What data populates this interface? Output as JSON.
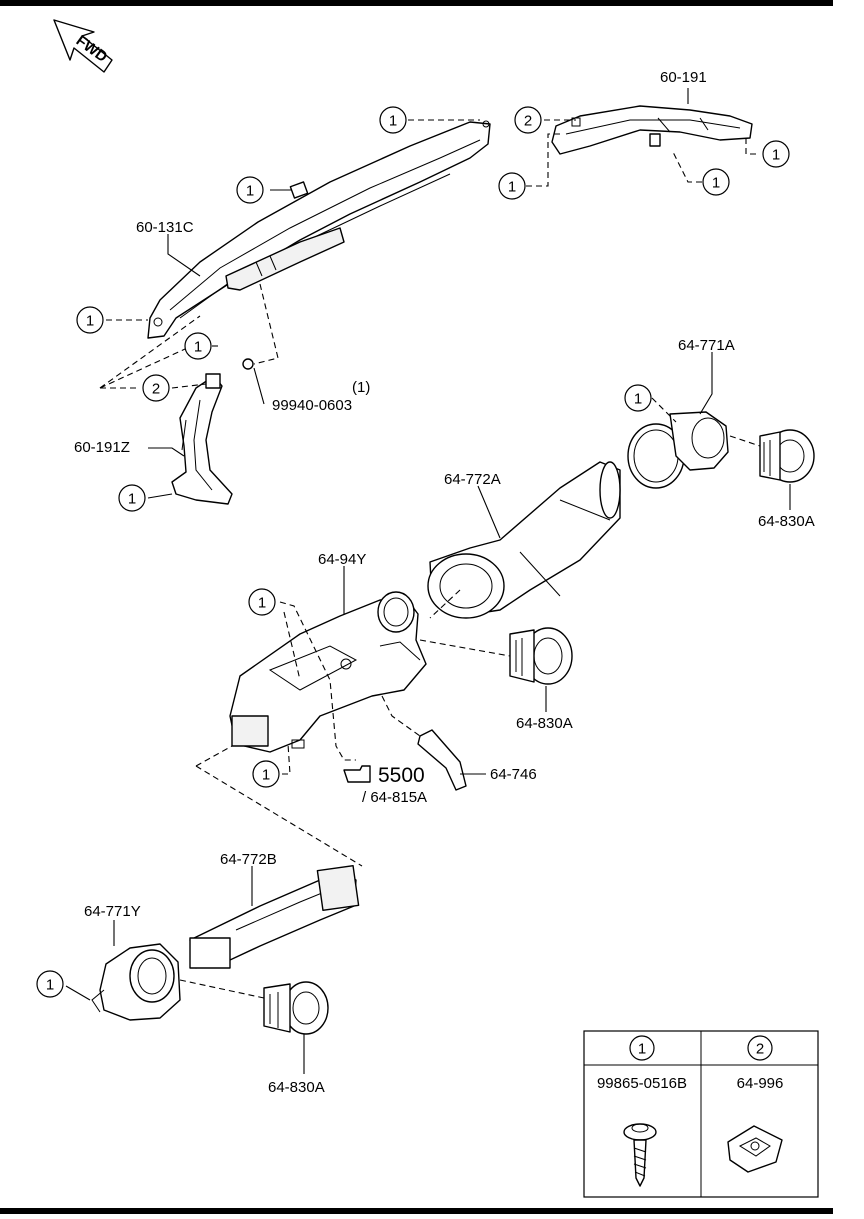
{
  "direction_arrow": {
    "text": "FWD"
  },
  "part_labels": {
    "p60_191": "60-191",
    "p60_131C": "60-131C",
    "p99940": "99940-0603",
    "p99940_qty": "(1)",
    "p60_191Z": "60-191Z",
    "p64_771A": "64-771A",
    "p64_772A": "64-772A",
    "p64_830A_top": "64-830A",
    "p64_94Y": "64-94Y",
    "p64_830A_mid": "64-830A",
    "p64_746": "64-746",
    "ref_5500": "5500",
    "ref_64_815A": "/ 64-815A",
    "p64_772B": "64-772B",
    "p64_771Y": "64-771Y",
    "p64_830A_bot": "64-830A"
  },
  "callouts": {
    "one": "1",
    "two": "2"
  },
  "legend_table": {
    "col1_header": "1",
    "col2_header": "2",
    "col1_part": "99865-0516B",
    "col2_part": "64-996"
  }
}
